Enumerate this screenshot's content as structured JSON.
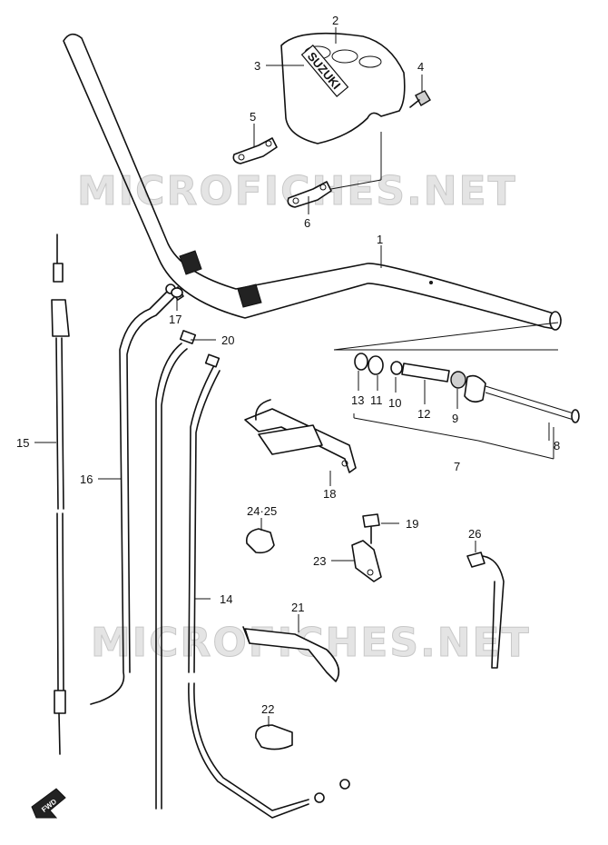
{
  "watermark": "MICROFICHES.NET",
  "cover_brand": "SUZUKI",
  "fwd_mark": "FWD",
  "callouts": [
    {
      "id": "c1",
      "text": "1"
    },
    {
      "id": "c2",
      "text": "2"
    },
    {
      "id": "c3",
      "text": "3"
    },
    {
      "id": "c4",
      "text": "4"
    },
    {
      "id": "c5",
      "text": "5"
    },
    {
      "id": "c6",
      "text": "6"
    },
    {
      "id": "c7",
      "text": "7"
    },
    {
      "id": "c8",
      "text": "8"
    },
    {
      "id": "c9",
      "text": "9"
    },
    {
      "id": "c10",
      "text": "10"
    },
    {
      "id": "c11",
      "text": "11"
    },
    {
      "id": "c12",
      "text": "12"
    },
    {
      "id": "c13",
      "text": "13"
    },
    {
      "id": "c14",
      "text": "14"
    },
    {
      "id": "c15",
      "text": "15"
    },
    {
      "id": "c16",
      "text": "16"
    },
    {
      "id": "c17",
      "text": "17"
    },
    {
      "id": "c18",
      "text": "18"
    },
    {
      "id": "c19",
      "text": "19"
    },
    {
      "id": "c20",
      "text": "20"
    },
    {
      "id": "c21",
      "text": "21"
    },
    {
      "id": "c22",
      "text": "22"
    },
    {
      "id": "c23",
      "text": "23"
    },
    {
      "id": "c24",
      "text": "24·25"
    },
    {
      "id": "c26",
      "text": "26"
    }
  ]
}
